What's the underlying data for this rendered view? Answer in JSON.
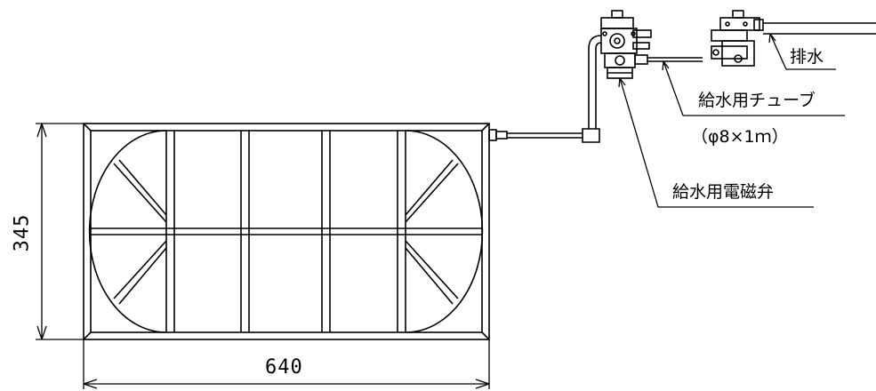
{
  "dimensions": {
    "width_label": "640",
    "height_label": "345"
  },
  "labels": {
    "drain": "排水",
    "supply_tube": "給水用チューブ",
    "tube_spec": "（φ8×1ｍ）",
    "solenoid_valve": "給水用電磁弁"
  }
}
